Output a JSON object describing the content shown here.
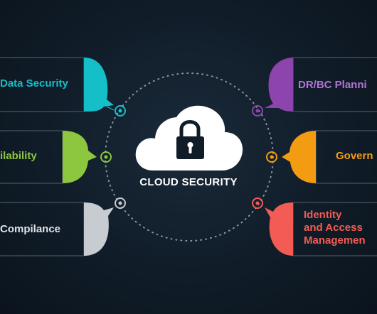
{
  "center": {
    "title": "CLOUD SECURITY",
    "icon": "cloud-lock-icon"
  },
  "items": [
    {
      "id": "data-security",
      "label": "Data Security",
      "color": "#14bfc8",
      "side": "left"
    },
    {
      "id": "availability",
      "label": "ilability",
      "color": "#8dc63f",
      "side": "left"
    },
    {
      "id": "compliance",
      "label": "Compilance",
      "color": "#c8ccd0",
      "side": "left"
    },
    {
      "id": "dr-bc-planning",
      "label": "DR/BC Planni",
      "color": "#8e44ad",
      "side": "right"
    },
    {
      "id": "governance",
      "label": "Govern",
      "color": "#f39c12",
      "side": "right"
    },
    {
      "id": "identity-access",
      "label_lines": [
        "Identity",
        "and Access",
        "Managemen"
      ],
      "color": "#f25c54",
      "side": "right"
    }
  ],
  "colors": {
    "background": "#101c28",
    "box_border": "#3d4a58",
    "dots": "#8a96a3",
    "cloud": "#ffffff",
    "lock": "#101c28"
  }
}
